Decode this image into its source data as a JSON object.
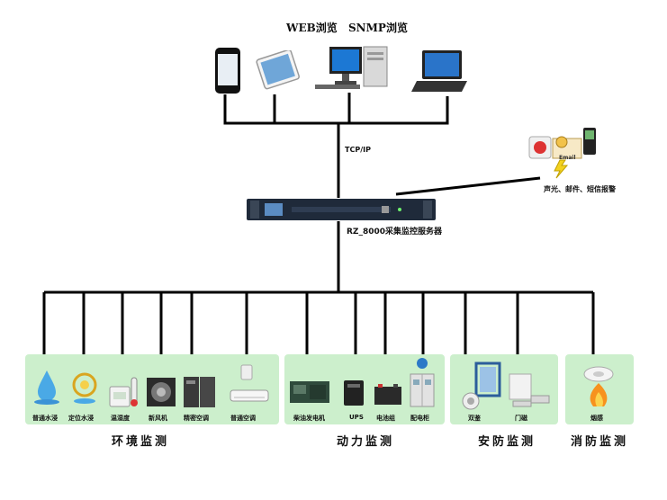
{
  "top_labels": {
    "web": "WEB浏览",
    "snmp": "SNMP浏览"
  },
  "protocol": "TCP/IP",
  "server_label": "RZ_8000采集监控服务器",
  "alarm_label": "声光、邮件、短信报警",
  "email_badge": "Email",
  "groups": [
    {
      "title": "环境监测",
      "items": [
        "普通水浸",
        "定位水浸",
        "温湿度",
        "新风机",
        "精密空调",
        "普通空调"
      ]
    },
    {
      "title": "动力监测",
      "items": [
        "柴油发电机",
        "UPS",
        "电池组",
        "配电柜"
      ]
    },
    {
      "title": "安防监测",
      "items": [
        "双鉴",
        "门磁"
      ]
    },
    {
      "title": "消防监测",
      "items": [
        "烟感"
      ]
    }
  ],
  "colors": {
    "panel": "#ccefcc",
    "line": "#000000",
    "server": "#1f2a3a"
  }
}
